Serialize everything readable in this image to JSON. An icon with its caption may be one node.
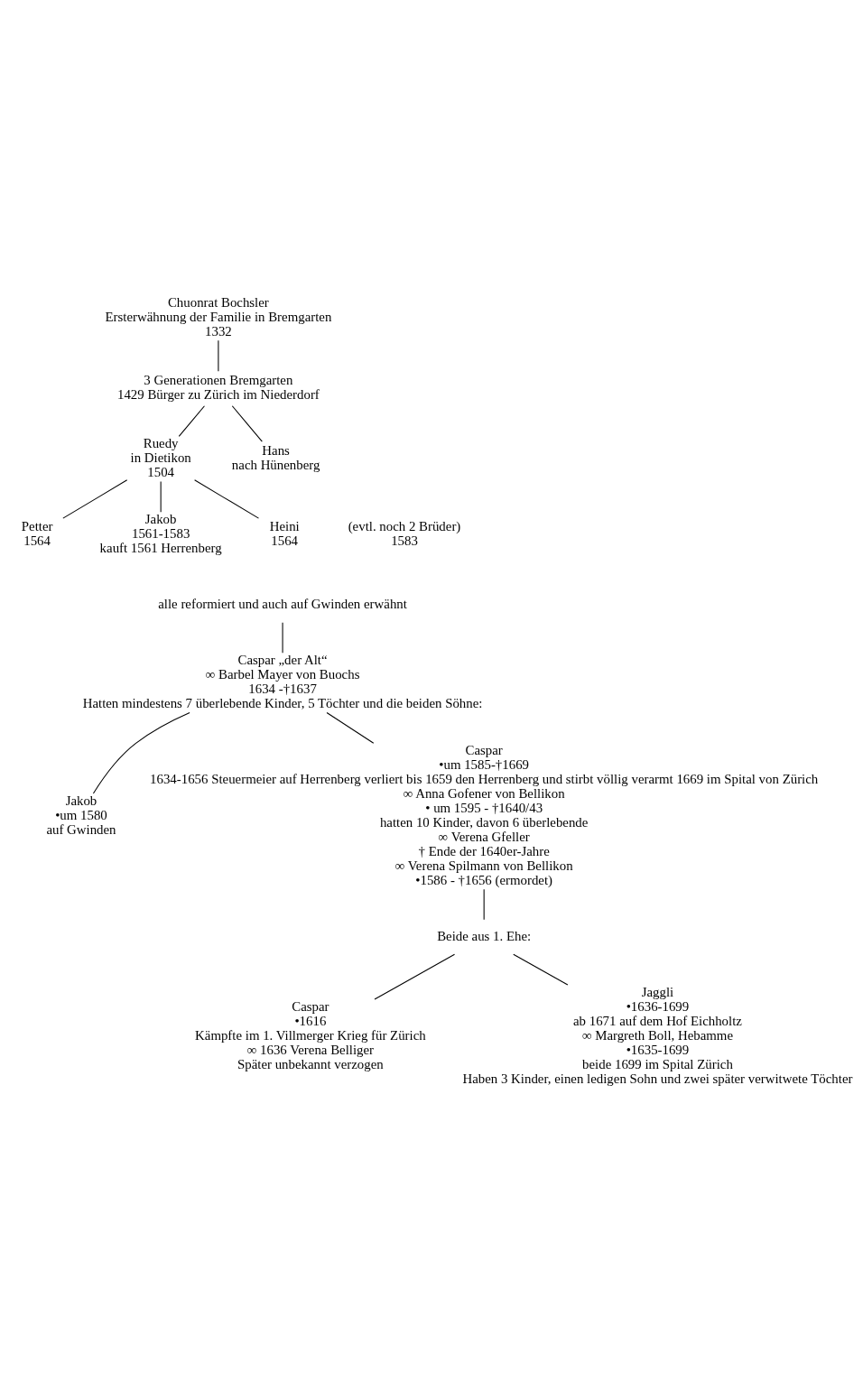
{
  "diagram": {
    "nodes": [
      {
        "text": [
          "Chuonrat Bochsler",
          "Ersterwähnung der Familie in Bremgarten",
          "1332"
        ]
      },
      {
        "text": [
          "3 Generationen Bremgarten",
          "1429 Bürger zu Zürich im Niederdorf"
        ]
      },
      {
        "text": [
          "Ruedy",
          "in Dietikon",
          "1504"
        ]
      },
      {
        "text": [
          "Hans",
          "nach Hünenberg"
        ]
      },
      {
        "text": [
          "Petter",
          "1564"
        ]
      },
      {
        "text": [
          "Jakob",
          "1561-1583",
          "kauft 1561 Herrenberg"
        ]
      },
      {
        "text": [
          "Heini",
          "1564"
        ]
      },
      {
        "text": [
          "(evtl. noch 2 Brüder)",
          "1583"
        ]
      },
      {
        "text": [
          "alle reformiert und auch auf Gwinden erwähnt"
        ]
      },
      {
        "text": [
          "Caspar „der Alt“",
          "∞ Barbel Mayer von Buochs",
          "1634 -†1637",
          "Hatten mindestens 7 überlebende Kinder, 5 Töchter und die beiden Söhne:"
        ]
      },
      {
        "text": [
          "Jakob",
          "•um 1580",
          "auf Gwinden"
        ]
      },
      {
        "text": [
          "Caspar",
          "•um 1585-†1669",
          "1634-1656 Steuermeier auf Herrenberg verliert bis 1659 den Herrenberg und stirbt völlig verarmt 1669 im Spital von Zürich",
          "∞ Anna Gofener von Bellikon",
          "• um 1595 - †1640/43",
          "hatten 10 Kinder, davon 6 überlebende",
          "∞ Verena Gfeller",
          "† Ende der 1640er-Jahre",
          "∞ Verena Spilmann von Bellikon",
          "•1586 - †1656 (ermordet)"
        ]
      },
      {
        "text": [
          "Beide aus 1. Ehe:"
        ]
      },
      {
        "text": [
          "Caspar",
          "•1616",
          "Kämpfte im 1. Villmerger Krieg für Zürich",
          "∞ 1636 Verena Belliger",
          "Später unbekannt verzogen"
        ]
      },
      {
        "text": [
          "Jaggli",
          "•1636-1699",
          "ab 1671 auf dem Hof Eichholtz",
          "∞ Margreth Boll, Hebamme",
          "•1635-1699",
          "beide 1699 im Spital Zürich",
          "Haben 3 Kinder, einen ledigen Sohn und zwei später verwitwete Töchter"
        ]
      }
    ],
    "edges": [
      {
        "from": 0,
        "to": 1,
        "arrow": "none"
      },
      {
        "from": 1,
        "to": 2,
        "arrow": "none"
      },
      {
        "from": 1,
        "to": 3,
        "arrow": "none"
      },
      {
        "from": 2,
        "to": 4,
        "arrow": "none"
      },
      {
        "from": 2,
        "to": 5,
        "arrow": "none"
      },
      {
        "from": 2,
        "to": 6,
        "arrow": "none"
      },
      {
        "from": 8,
        "to": 9,
        "arrow": "none"
      },
      {
        "from": 9,
        "to": 10,
        "arrow": "none"
      },
      {
        "from": 9,
        "to": 11,
        "arrow": "none"
      },
      {
        "from": 11,
        "to": 12,
        "arrow": "none"
      },
      {
        "from": 12,
        "to": 13,
        "arrow": "none"
      },
      {
        "from": 12,
        "to": 14,
        "arrow": "none"
      }
    ]
  }
}
